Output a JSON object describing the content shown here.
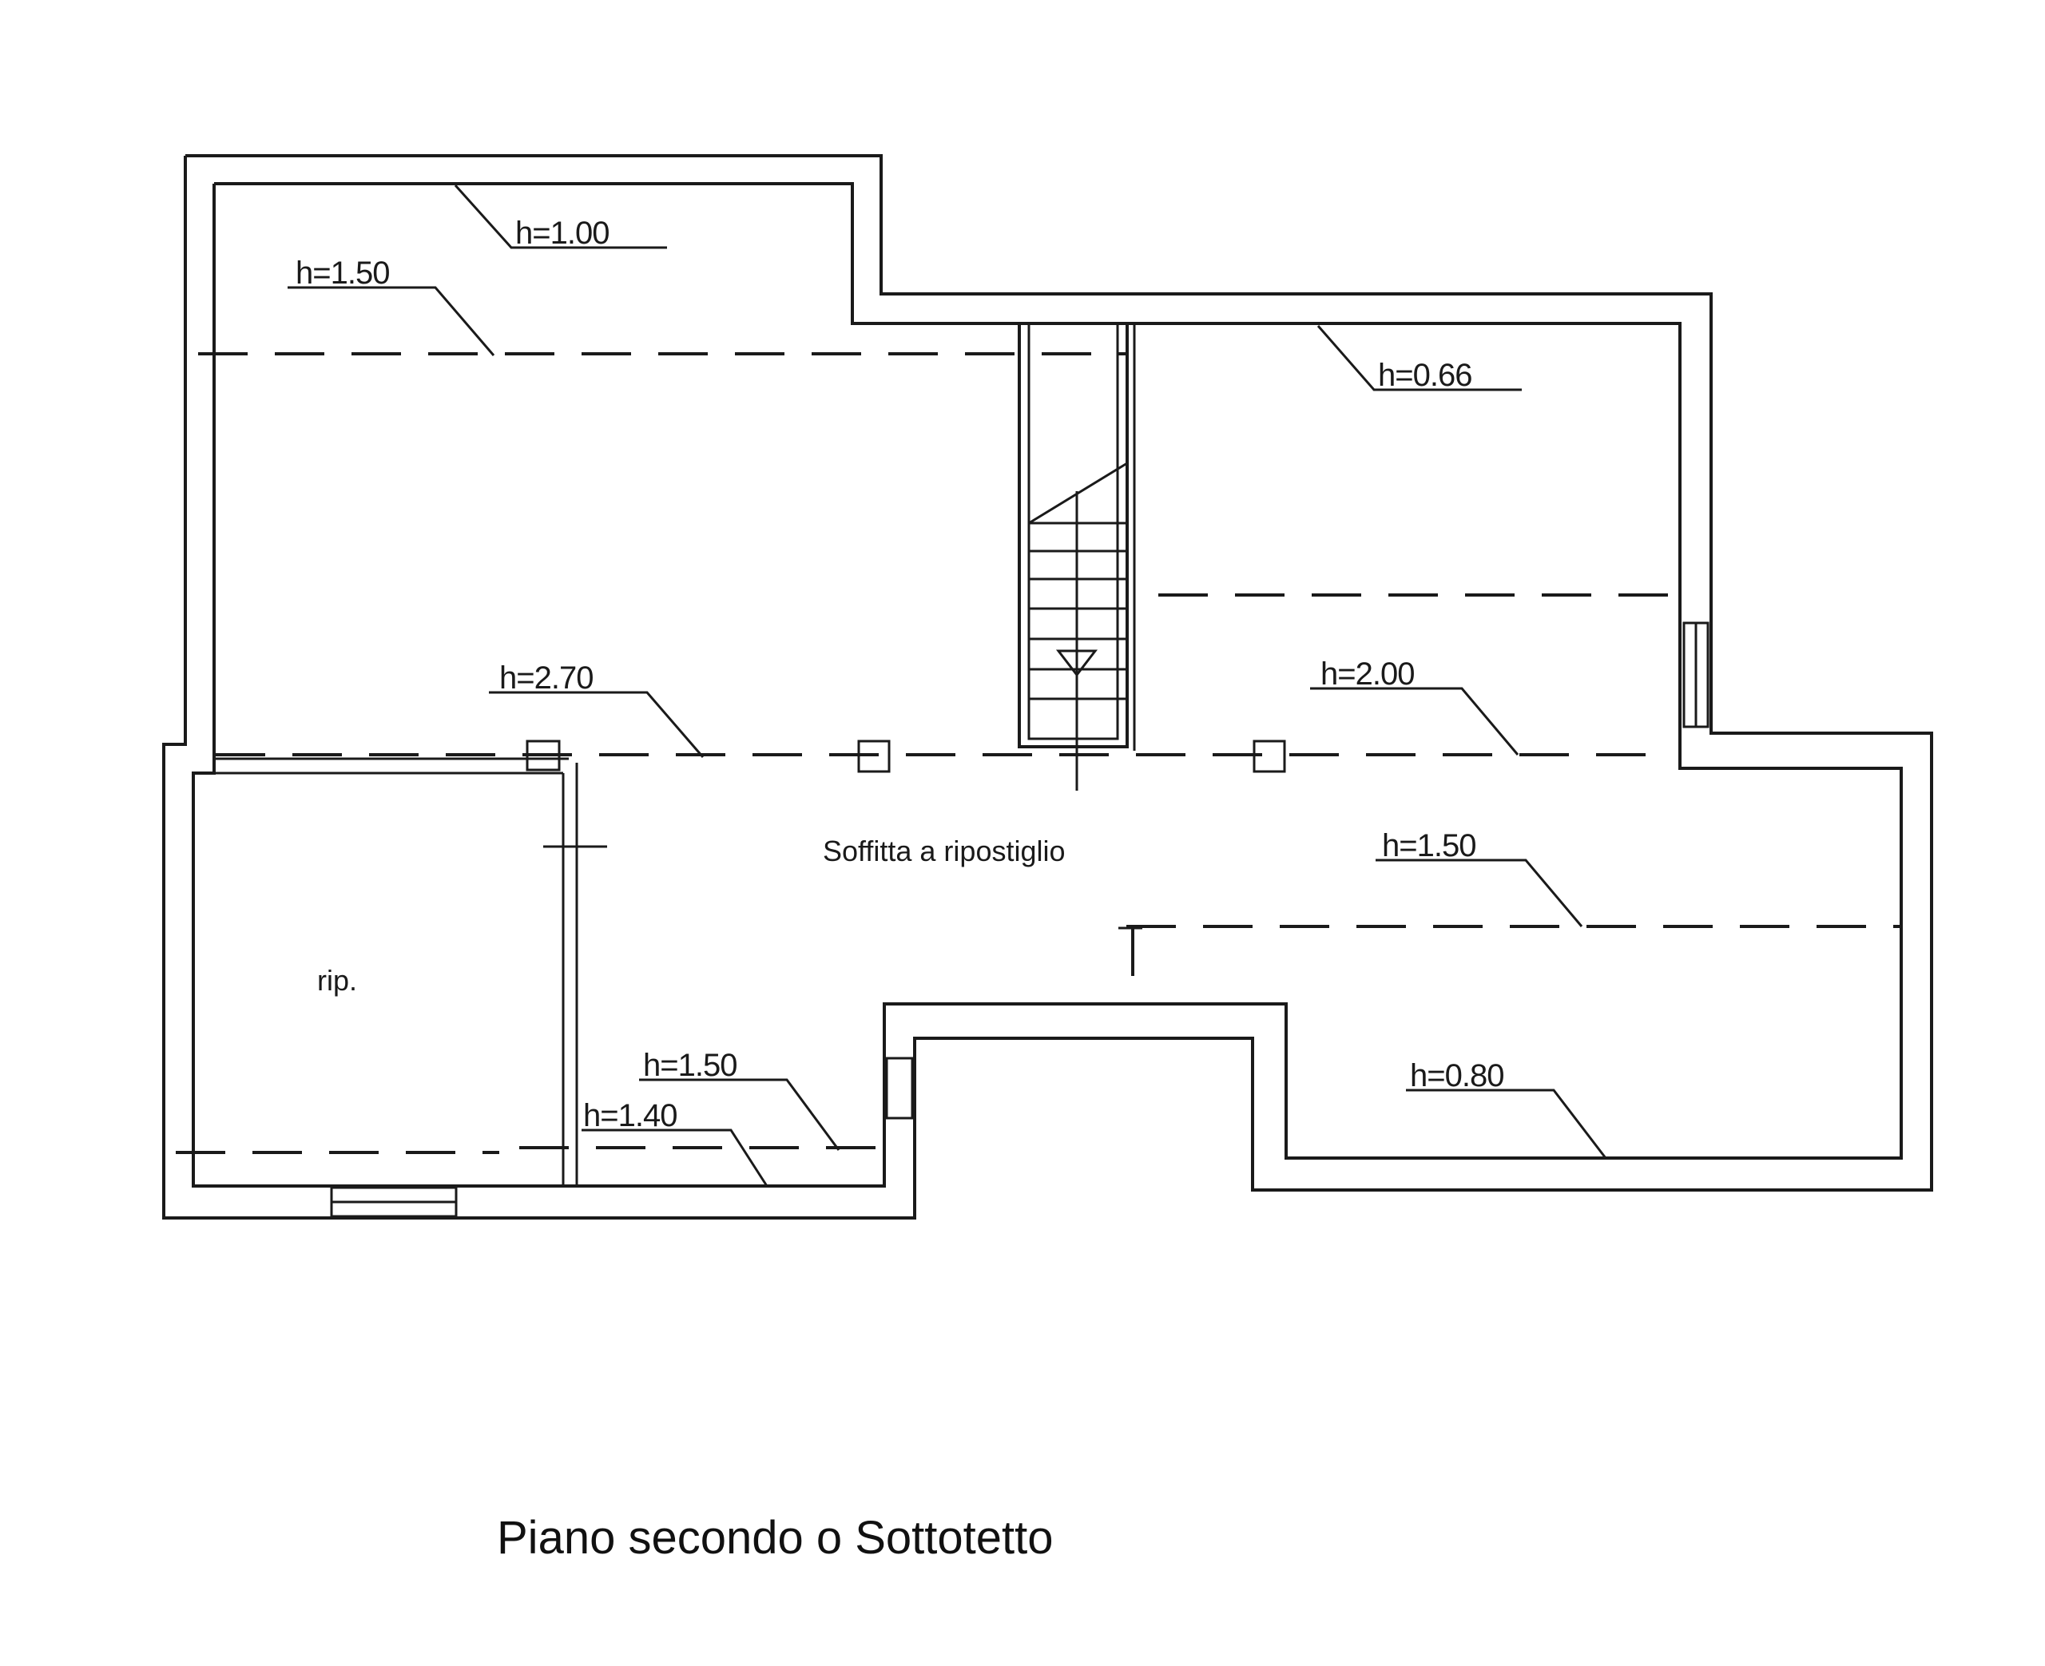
{
  "plan": {
    "title": "Piano secondo o Sottotetto",
    "rooms": {
      "main": "Soffitta a ripostiglio",
      "storage": "rip."
    },
    "heights": [
      "h=1.00",
      "h=1.50",
      "h=0.66",
      "h=2.70",
      "h=2.00",
      "h=1.50",
      "h=1.50",
      "h=1.40",
      "h=0.80"
    ]
  }
}
